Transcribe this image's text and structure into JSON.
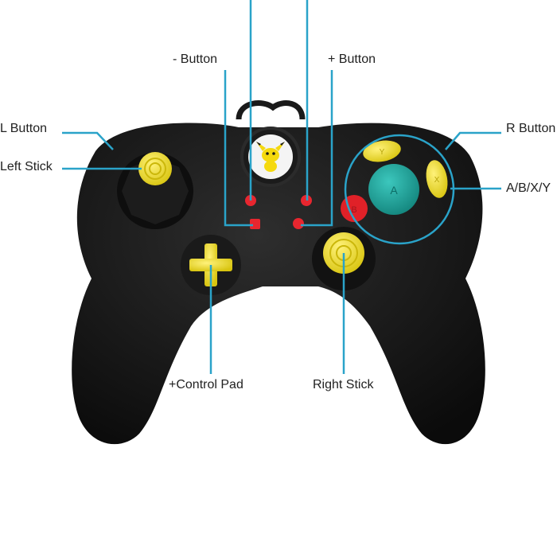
{
  "labels": {
    "minus_button": "- Button",
    "plus_button": "+ Button",
    "l_button": "L Button",
    "left_stick": "Left Stick",
    "r_button": "R Button",
    "abxy": "A/B/X/Y",
    "control_pad": "+Control Pad",
    "right_stick": "Right Stick"
  },
  "face_letters": {
    "a": "A",
    "b": "B",
    "x": "X",
    "y": "Y"
  },
  "colors": {
    "leader": "#2aa3c9",
    "body": "#141414",
    "stick_yellow": "#efe12a",
    "button_red": "#e8262f",
    "a_teal": "#1fa39a",
    "b_red": "#e02128",
    "text": "#222222"
  },
  "icons": {
    "center_emblem": "pichu-icon"
  }
}
